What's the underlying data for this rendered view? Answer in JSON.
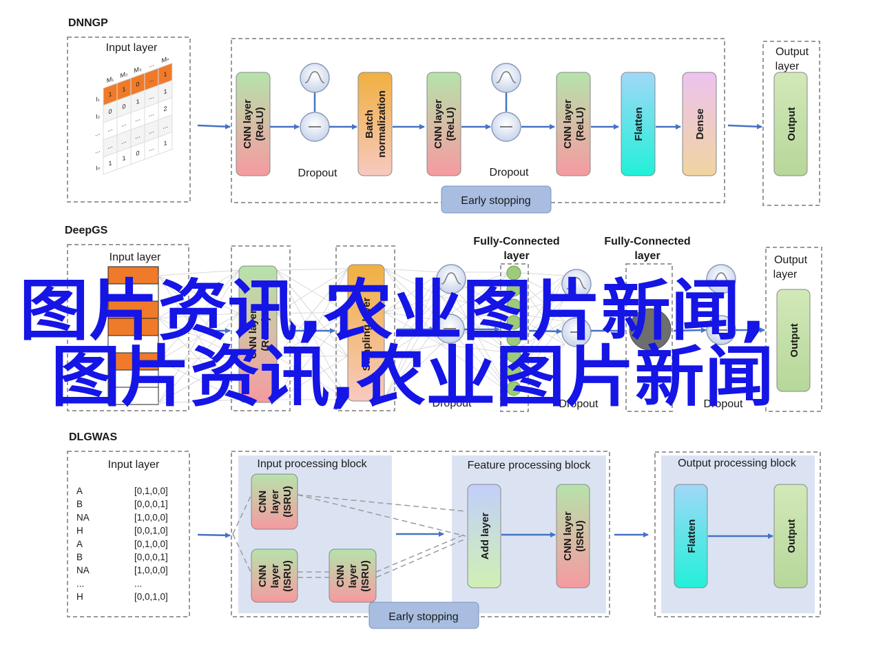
{
  "sections": {
    "dnngp": "DNNGP",
    "deepgs": "DeepGS",
    "dlgwas": "DLGWAS"
  },
  "labels": {
    "input_layer": "Input layer",
    "output_layer_1": "Output",
    "output_layer_2": "layer",
    "output": "Output",
    "dropout": "Dropout",
    "early_stopping": "Early stopping",
    "cnn_relu_1": "CNN layer",
    "cnn_relu_2": "(ReLU)",
    "batch_norm_1": "Batch",
    "batch_norm_2": "normalization",
    "flatten": "Flatten",
    "dense": "Dense",
    "sampling_layer": "Sampling layer",
    "fc_layer_1": "Fully-Connected",
    "fc_layer_2": "layer",
    "input_processing_block": "Input processing block",
    "feature_processing_block": "Feature processing block",
    "output_processing_block": "Output processing block",
    "cnn_isru_1": "CNN",
    "cnn_isru_2": "layer",
    "cnn_isru_3": "(ISRU)",
    "cnn_isru_line1": "CNN layer",
    "cnn_isru_line2": "(ISRU)",
    "add_layer": "Add layer"
  },
  "dnngp_matrix": {
    "col_headers": [
      "M₁",
      "M₂",
      "M₃",
      "...",
      "Mₙ"
    ],
    "row_headers": [
      "I₁",
      "I₂",
      "...",
      "...",
      "Iₙ"
    ],
    "rows": [
      [
        "1",
        "1",
        "0",
        "...",
        "1"
      ],
      [
        "0",
        "0",
        "1",
        "...",
        "1"
      ],
      [
        "...",
        "...",
        "...",
        "...",
        "2"
      ],
      [
        "...",
        "...",
        "...",
        "...",
        "..."
      ],
      [
        "1",
        "1",
        "0",
        "...",
        "1"
      ]
    ]
  },
  "dlgwas_input": [
    {
      "base": "A",
      "code": "[0,1,0,0]"
    },
    {
      "base": "B",
      "code": "[0,0,0,1]"
    },
    {
      "base": "NA",
      "code": "[1,0,0,0]"
    },
    {
      "base": "H",
      "code": "[0,0,1,0]"
    },
    {
      "base": "A",
      "code": "[0,1,0,0]"
    },
    {
      "base": "B",
      "code": "[0,0,0,1]"
    },
    {
      "base": "NA",
      "code": "[1,0,0,0]"
    },
    {
      "base": "...",
      "code": "..."
    },
    {
      "base": "H",
      "code": "[0,0,1,0]"
    }
  ],
  "watermark": {
    "line1": "图片资讯,农业图片新闻,",
    "line2": "图片资讯,农业图片新闻"
  },
  "colors": {
    "arrow": "#4472c4",
    "dash_border": "#9a9a9a",
    "early_stopping_fill": "#a8bde0",
    "block_fill": "#dbe3f3",
    "cnn_fill_top": "#b6e3ab",
    "cnn_fill_bottom": "#f59aa0",
    "batch_fill_top": "#f0b040",
    "batch_fill_bottom": "#f7c9c0",
    "flatten_fill_top": "#a0d8f8",
    "flatten_fill_bottom": "#22f0d8",
    "dense_fill_top": "#ecc3ef",
    "dense_fill_bottom": "#f0d4a0",
    "output_fill": "#c4e0a8",
    "add_fill_top": "#c2cffa",
    "add_fill_bottom": "#d0f0b4",
    "matrix_orange": "#ef7b2a",
    "watermark": "#1515e6"
  }
}
